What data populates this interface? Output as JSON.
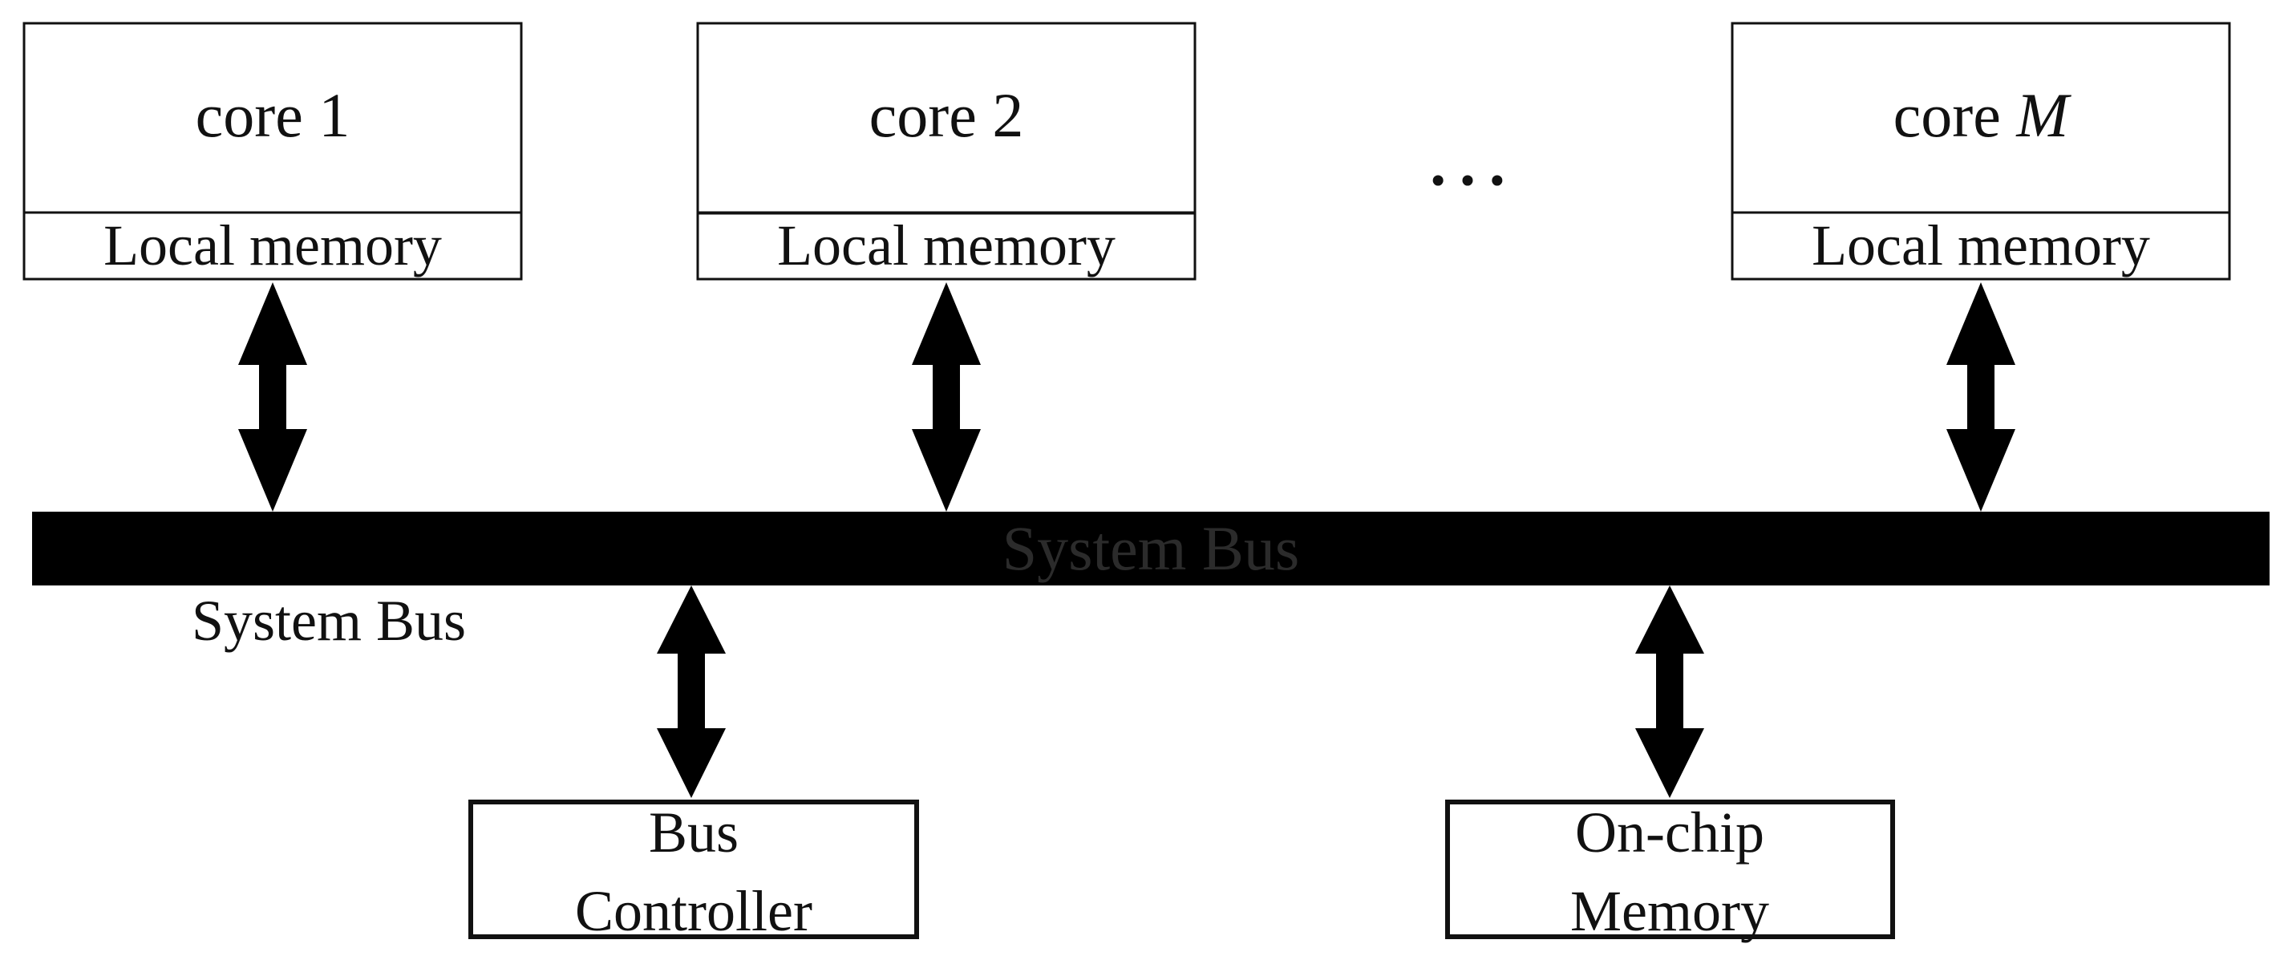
{
  "cores": [
    {
      "name": "core",
      "index": "1",
      "index_italic": false,
      "memory": "Local memory"
    },
    {
      "name": "core",
      "index": "2",
      "index_italic": false,
      "memory": "Local memory"
    },
    {
      "name": "core",
      "index": "M",
      "index_italic": true,
      "memory": "Local memory"
    }
  ],
  "ellipsis": "…",
  "bus": {
    "inner_label": "System Bus",
    "outer_label": "System Bus",
    "color": "#000000",
    "inner_label_color": "#2b2b2b"
  },
  "peripherals": {
    "bus_controller": {
      "line1": "Bus",
      "line2": "Controller"
    },
    "on_chip_memory": {
      "line1": "On-chip",
      "line2": "Memory"
    }
  }
}
